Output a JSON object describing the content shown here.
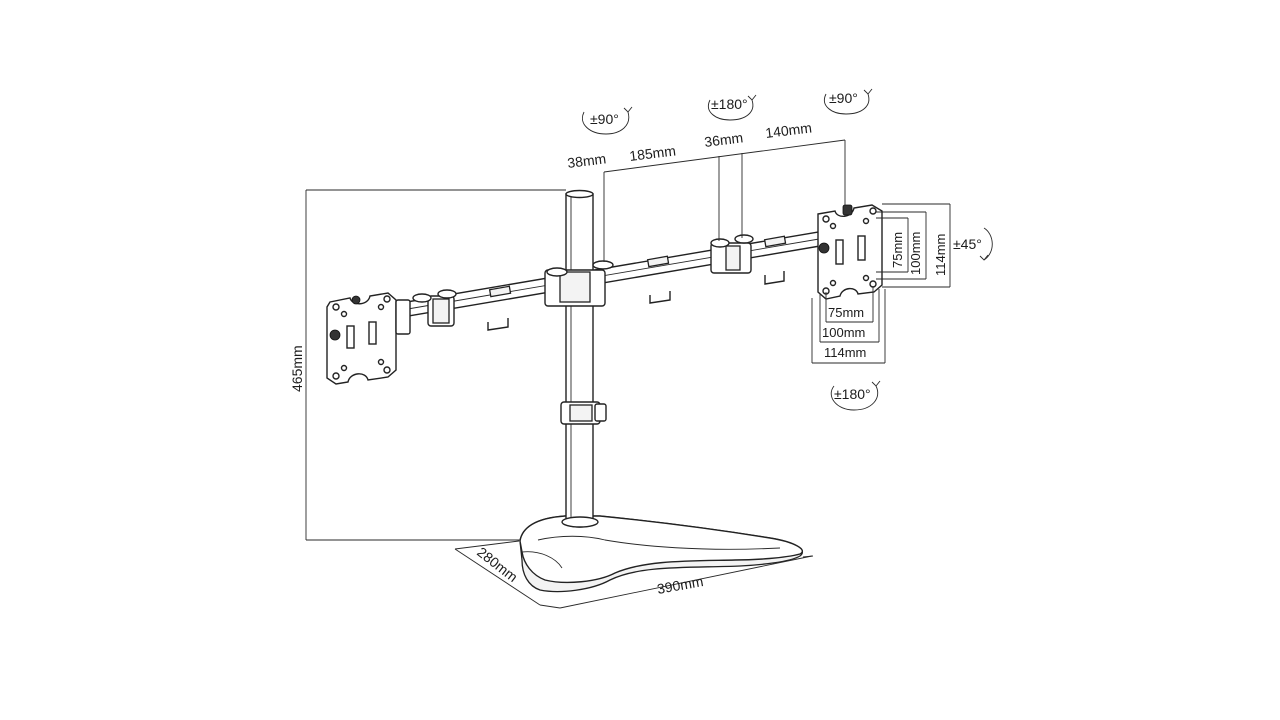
{
  "diagram": {
    "dimensions": {
      "pole_height": "465mm",
      "base_depth": "280mm",
      "base_width": "390mm",
      "arm_offset_38": "38mm",
      "arm_segment_185": "185mm",
      "arm_offset_36": "36mm",
      "arm_segment_140": "140mm",
      "vesa_v75": "75mm",
      "vesa_v100": "100mm",
      "vesa_v114": "114mm",
      "vesa_h75": "75mm",
      "vesa_h100": "100mm",
      "vesa_h114": "114mm"
    },
    "rotations": {
      "left_joint": "±90°",
      "mid_joint": "±180°",
      "right_joint": "±90°",
      "tilt": "±45°",
      "rotate": "±180°"
    },
    "icons": {
      "rotation": "rotation-arrow-icon"
    }
  }
}
